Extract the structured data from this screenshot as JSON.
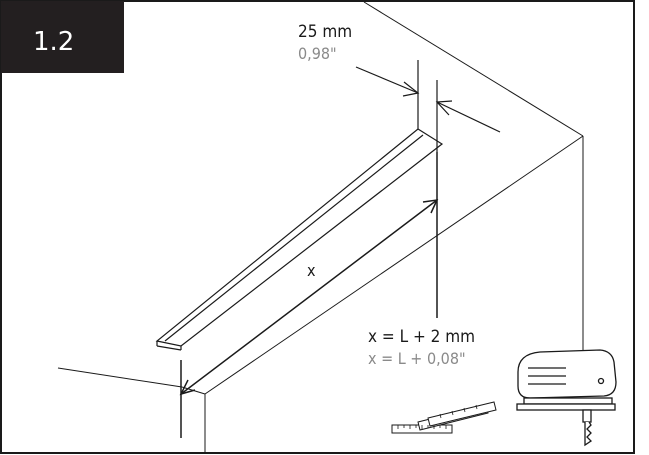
{
  "step": {
    "label": "1.2"
  },
  "dimensions": {
    "width_metric": "25 mm",
    "width_imperial": "0,98\"",
    "length_variable": "x",
    "formula_metric": "x = L + 2 mm",
    "formula_imperial": "x = L + 0,08\""
  },
  "icons": {
    "tool_1": "jigsaw-icon",
    "tool_2": "folding-ruler-icon"
  },
  "colors": {
    "ink": "#1a1a1a",
    "secondary_text": "#8a8a8a",
    "label_background": "#231f20"
  }
}
